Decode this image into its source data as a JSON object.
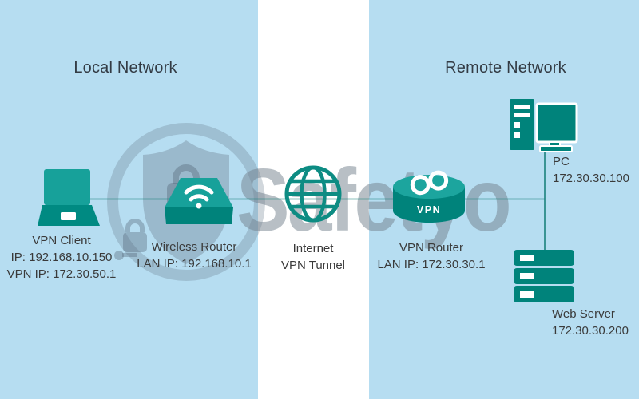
{
  "watermark": {
    "text": "Safetyo",
    "logo": "shield-lock-logo"
  },
  "colors": {
    "panel_blue": "#B6DDF1",
    "tunnel_white": "#FFFFFF",
    "teal_dark": "#00837B",
    "teal_light": "#17A19A",
    "connector_teal": "#1B817C",
    "label_text": "#3A3A3A",
    "header_text": "#333B44",
    "watermark_gray": "#727F8C"
  },
  "panels": {
    "local": {
      "title": "Local Network"
    },
    "remote": {
      "title": "Remote Network"
    }
  },
  "nodes": {
    "vpn_client": {
      "name": "VPN Client",
      "detail1": "IP: 192.168.10.150",
      "detail2": "VPN IP: 172.30.50.1",
      "icon": "laptop-icon"
    },
    "wireless_router": {
      "name": "Wireless Router",
      "detail1": "LAN IP: 192.168.10.1",
      "icon": "wireless-router-icon"
    },
    "internet": {
      "name": "Internet",
      "detail1": "VPN Tunnel",
      "icon": "globe-icon"
    },
    "vpn_router": {
      "name": "VPN Router",
      "detail1": "LAN IP: 172.30.30.1",
      "badge": "VPN",
      "icon": "router-cylinder-icon"
    },
    "pc": {
      "name": "PC",
      "detail1": "172.30.30.100",
      "icon": "desktop-pc-icon"
    },
    "web_server": {
      "name": "Web Server",
      "detail1": "172.30.30.200",
      "icon": "server-stack-icon"
    }
  },
  "connections": [
    {
      "from": "VPN Client",
      "to": "Wireless Router"
    },
    {
      "from": "Wireless Router",
      "to": "Internet"
    },
    {
      "from": "Internet",
      "to": "VPN Router"
    },
    {
      "from": "VPN Router",
      "to": "PC"
    },
    {
      "from": "VPN Router",
      "to": "Web Server"
    }
  ]
}
